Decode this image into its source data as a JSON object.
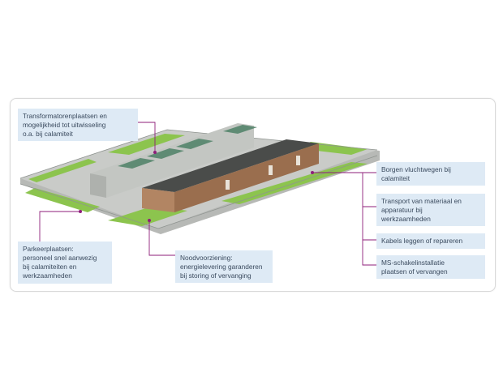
{
  "callouts": {
    "transformator": "Transformatorenplaatsen en\nmogelijkheid tot uitwisseling\no.a. bij calamiteit",
    "parkeer": "Parkeerplaatsen:\npersoneel snel aanwezig\nbij calamiteiten en\nwerkzaamheden",
    "nood": "Noodvoorziening:\nenergielevering garanderen\nbij storing of vervanging",
    "borgen": "Borgen vluchtwegen bij\ncalamiteit",
    "transport": "Transport van materiaal en\napparatuur bij\nwerkzaamheden",
    "kabels": "Kabels leggen of repareren",
    "ms": "MS-schakelinstallatie\nplaatsen of vervangen"
  },
  "colors": {
    "accent": "#8e1e7a",
    "callout_bg": "#deeaf5",
    "grass": "#8cc44e",
    "brick": "#9a6e4e",
    "concrete": "#c9cbc8"
  }
}
